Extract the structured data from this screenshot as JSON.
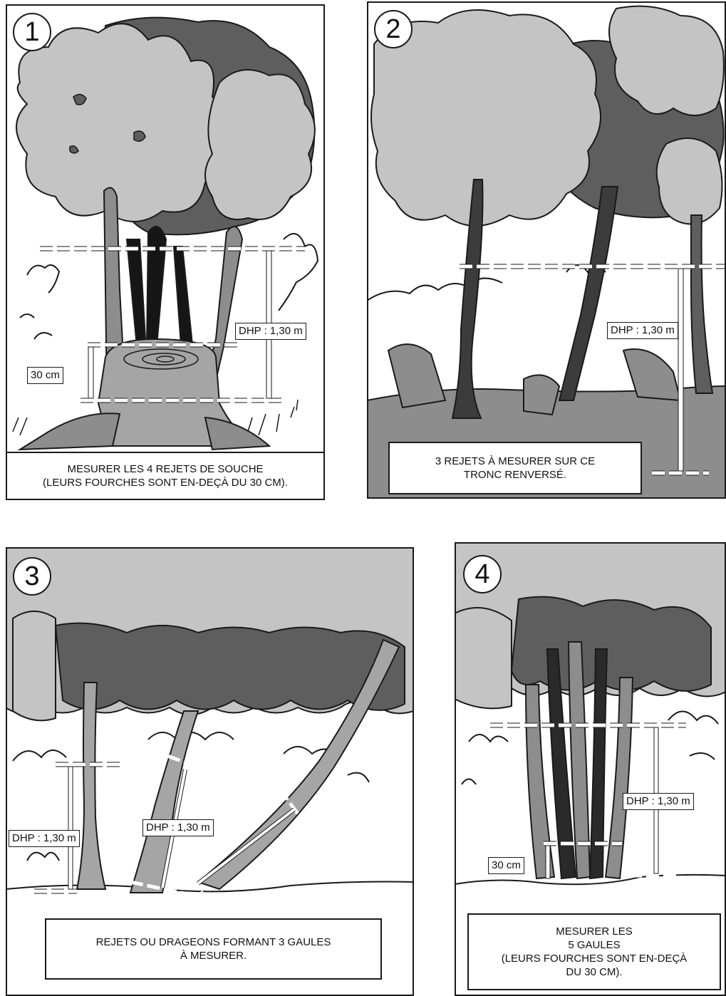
{
  "colors": {
    "light_foliage": "#c4c4c4",
    "dark_foliage": "#5e5e5e",
    "medium_gray": "#8d8d8d",
    "stump": "#a5a5a5",
    "black_stem": "#161616",
    "outline": "#1a1a1a",
    "background": "#ffffff"
  },
  "panels": [
    {
      "number": "1",
      "labels": {
        "dhp": "DHP : 1,30 m",
        "stump": "30 cm"
      },
      "caption": [
        "MESURER LES 4 REJETS DE SOUCHE",
        "(LEURS FOURCHES SONT EN-DEÇÀ DU 30 CM)."
      ]
    },
    {
      "number": "2",
      "labels": {
        "dhp": "DHP : 1,30 m"
      },
      "caption": [
        "3 REJETS À MESURER SUR CE",
        "TRONC RENVERSÉ."
      ]
    },
    {
      "number": "3",
      "labels": {
        "dhp_left": "DHP : 1,30 m",
        "dhp_center": "DHP : 1,30 m"
      },
      "caption": [
        "REJETS OU DRAGEONS FORMANT 3 GAULES",
        "À MESURER."
      ]
    },
    {
      "number": "4",
      "labels": {
        "dhp": "DHP : 1,30 m",
        "stump": "30 cm"
      },
      "caption": [
        "MESURER LES",
        "5 GAULES",
        "(LEURS FOURCHES SONT EN-DEÇÀ",
        "DU 30 CM)."
      ]
    }
  ]
}
